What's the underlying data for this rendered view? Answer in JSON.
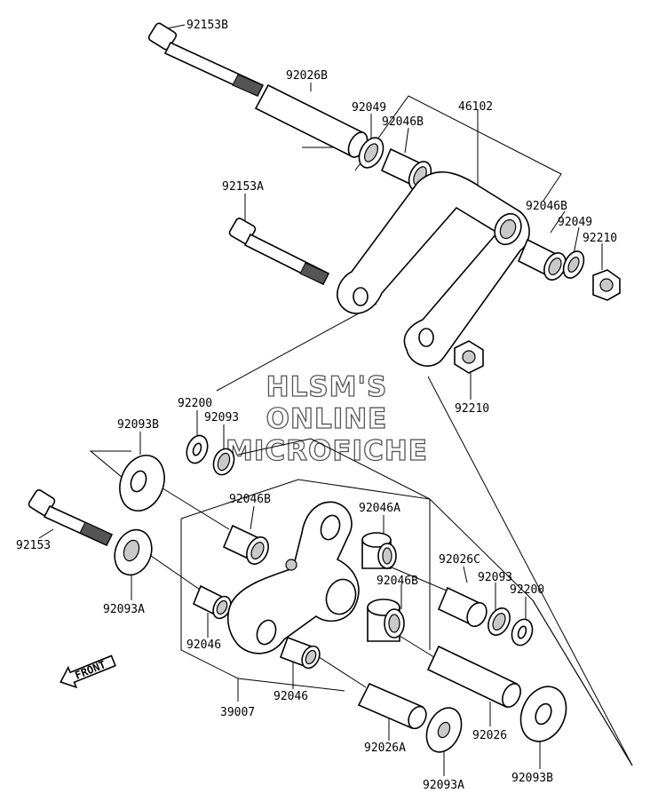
{
  "watermark": [
    "HLSM'S",
    "ONLINE",
    "MICROFICHE"
  ],
  "front_label": "FRONT",
  "labels": {
    "p92153B": "92153B",
    "p92026B": "92026B",
    "p92049_top": "92049",
    "p92046B_top": "92046B",
    "p46102": "46102",
    "p92153A": "92153A",
    "p92046B_right": "92046B",
    "p92049_right": "92049",
    "p92210_right": "92210",
    "p92210_low": "92210",
    "p92200_left": "92200",
    "p92093_left": "92093",
    "p92093B_left": "92093B",
    "p92046B_mid": "92046B",
    "p92046A": "92046A",
    "p92153": "92153",
    "p92026C": "92026C",
    "p92093_right": "92093",
    "p92200_right": "92200",
    "p92046B_lower": "92046B",
    "p92093A_left": "92093A",
    "p92046_left": "92046",
    "p92046_low": "92046",
    "p39007": "39007",
    "p92026": "92026",
    "p92026A": "92026A",
    "p92093A_bottom": "92093A",
    "p92093B_right": "92093B"
  }
}
